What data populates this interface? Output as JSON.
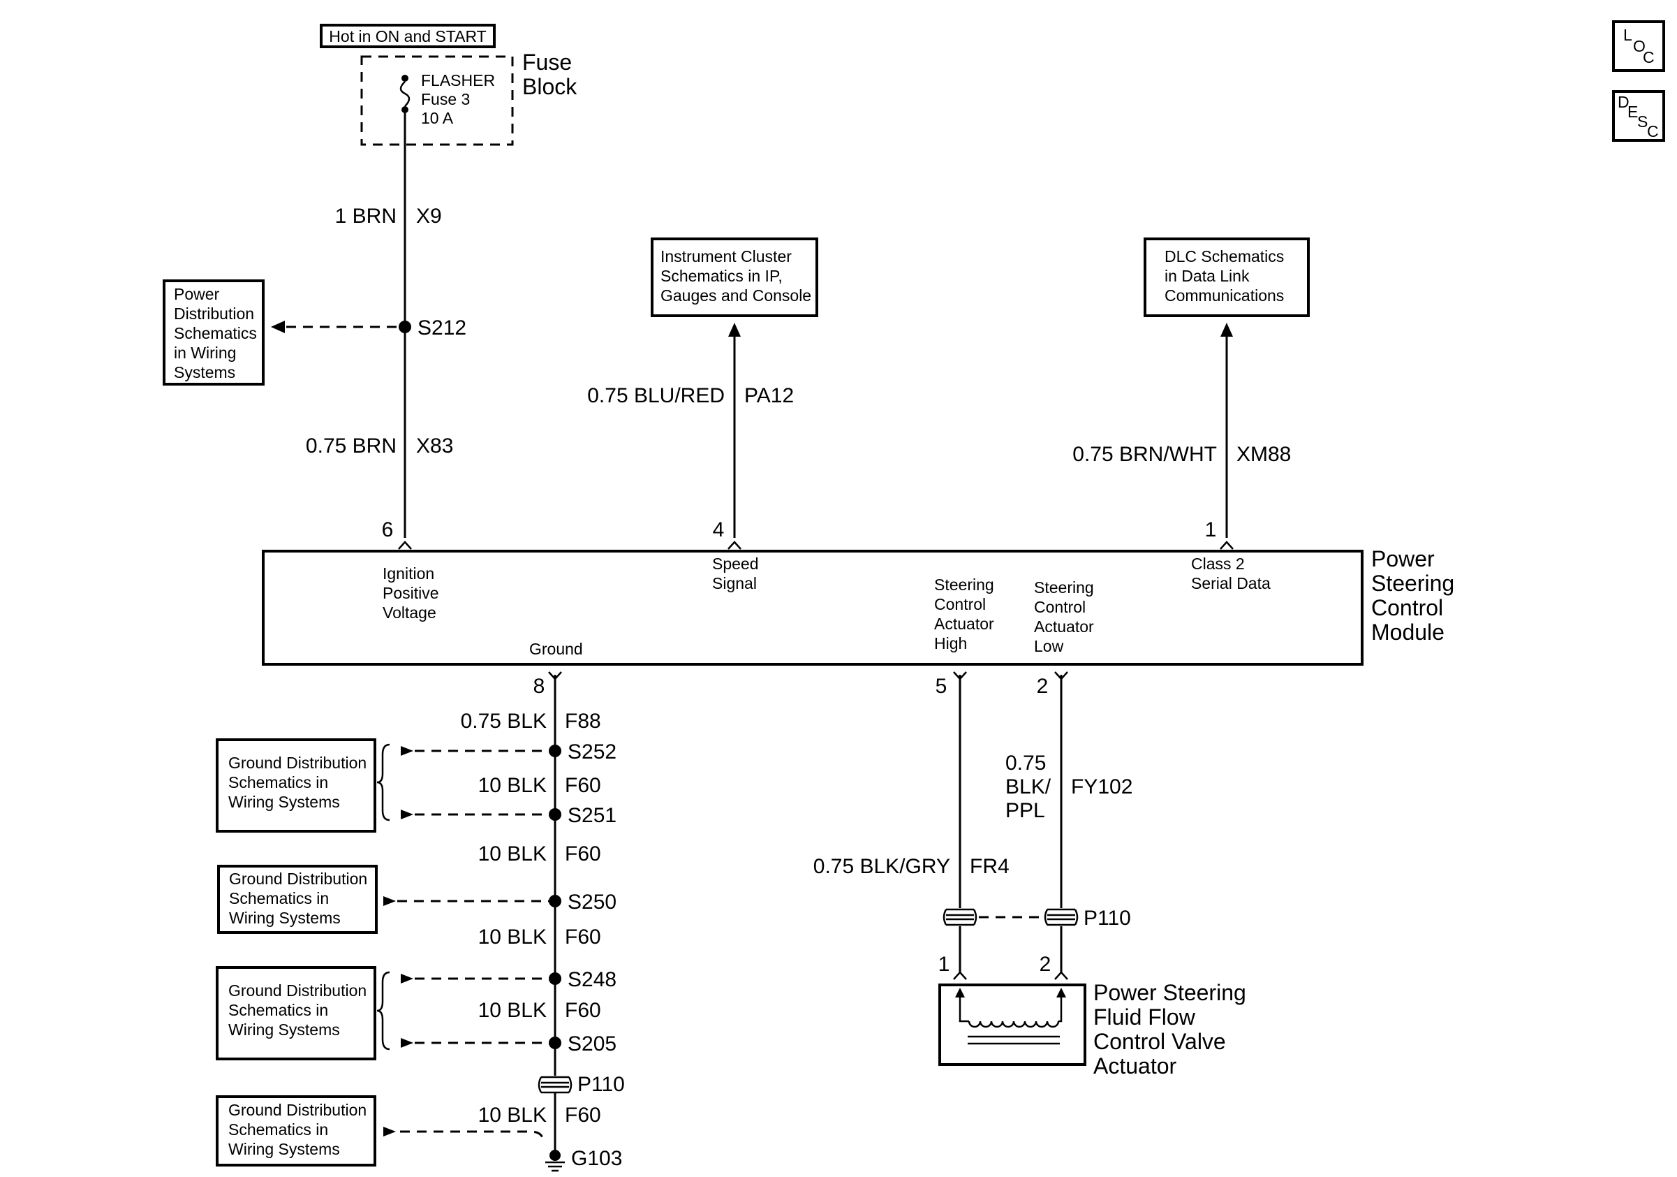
{
  "nav_icons": {
    "loc": [
      "L",
      "O",
      "C"
    ],
    "desc": [
      "D",
      "E",
      "S",
      "C"
    ]
  },
  "supply": {
    "hot_label": "Hot in ON and START",
    "fuse_name": "FLASHER",
    "fuse_num": "Fuse 3",
    "fuse_amp": "10 A",
    "fuse_block": [
      "Fuse",
      "Block"
    ]
  },
  "wires": {
    "w1_gauge": "1 BRN",
    "w1_circuit": "X9",
    "w2_gauge": "0.75 BRN",
    "w2_circuit": "X83",
    "speed_gauge": "0.75 BLU/RED",
    "speed_circuit": "PA12",
    "data_gauge": "0.75 BRN/WHT",
    "data_circuit": "XM88",
    "ground_gauge": "0.75 BLK",
    "ground_circuit": "F88",
    "high_gauge": "0.75 BLK/GRY",
    "high_circuit": "FR4",
    "low_gauge": [
      "0.75",
      "BLK/",
      "PPL"
    ],
    "low_circuit": "FY102"
  },
  "splices": {
    "s212": "S212",
    "s252": "S252",
    "s251": "S251",
    "s250": "S250",
    "s248": "S248",
    "s205": "S205"
  },
  "ground_segments": [
    {
      "gauge": "10 BLK",
      "circuit": "F60"
    },
    {
      "gauge": "10 BLK",
      "circuit": "F60"
    },
    {
      "gauge": "10 BLK",
      "circuit": "F60"
    },
    {
      "gauge": "10 BLK",
      "circuit": "F60"
    },
    {
      "gauge": "10 BLK",
      "circuit": "F60"
    }
  ],
  "ref_boxes": {
    "power_dist": [
      "Power",
      "Distribution",
      "Schematics",
      "in Wiring",
      "Systems"
    ],
    "instrument": [
      "Instrument Cluster",
      "Schematics in IP,",
      "Gauges and Console"
    ],
    "dlc": [
      "DLC Schematics",
      "in Data Link",
      "Communications"
    ],
    "ground1": [
      "Ground Distribution",
      "Schematics in",
      "Wiring Systems"
    ],
    "ground2": [
      "Ground Distribution",
      "Schematics in",
      "Wiring Systems"
    ],
    "ground3": [
      "Ground Distribution",
      "Schematics in",
      "Wiring Systems"
    ],
    "ground4": [
      "Ground Distribution",
      "Schematics in",
      "Wiring Systems"
    ]
  },
  "module": {
    "title": [
      "Power",
      "Steering",
      "Control",
      "Module"
    ],
    "pin_ign": "6",
    "pin_speed": "4",
    "pin_data": "1",
    "pin_ground": "8",
    "pin_high": "5",
    "pin_low": "2",
    "ign_label": [
      "Ignition",
      "Positive",
      "Voltage"
    ],
    "speed_label": [
      "Speed",
      "Signal"
    ],
    "data_label": [
      "Class 2",
      "Serial Data"
    ],
    "high_label": [
      "Steering",
      "Control",
      "Actuator",
      "High"
    ],
    "low_label": [
      "Steering",
      "Control",
      "Actuator",
      "Low"
    ],
    "ground_label": "Ground"
  },
  "connectors": {
    "p110_right": "P110",
    "p110_left": "P110",
    "g103": "G103"
  },
  "actuator": {
    "pin1": "1",
    "pin2": "2",
    "label": [
      "Power Steering",
      "Fluid Flow",
      "Control Valve",
      "Actuator"
    ]
  }
}
